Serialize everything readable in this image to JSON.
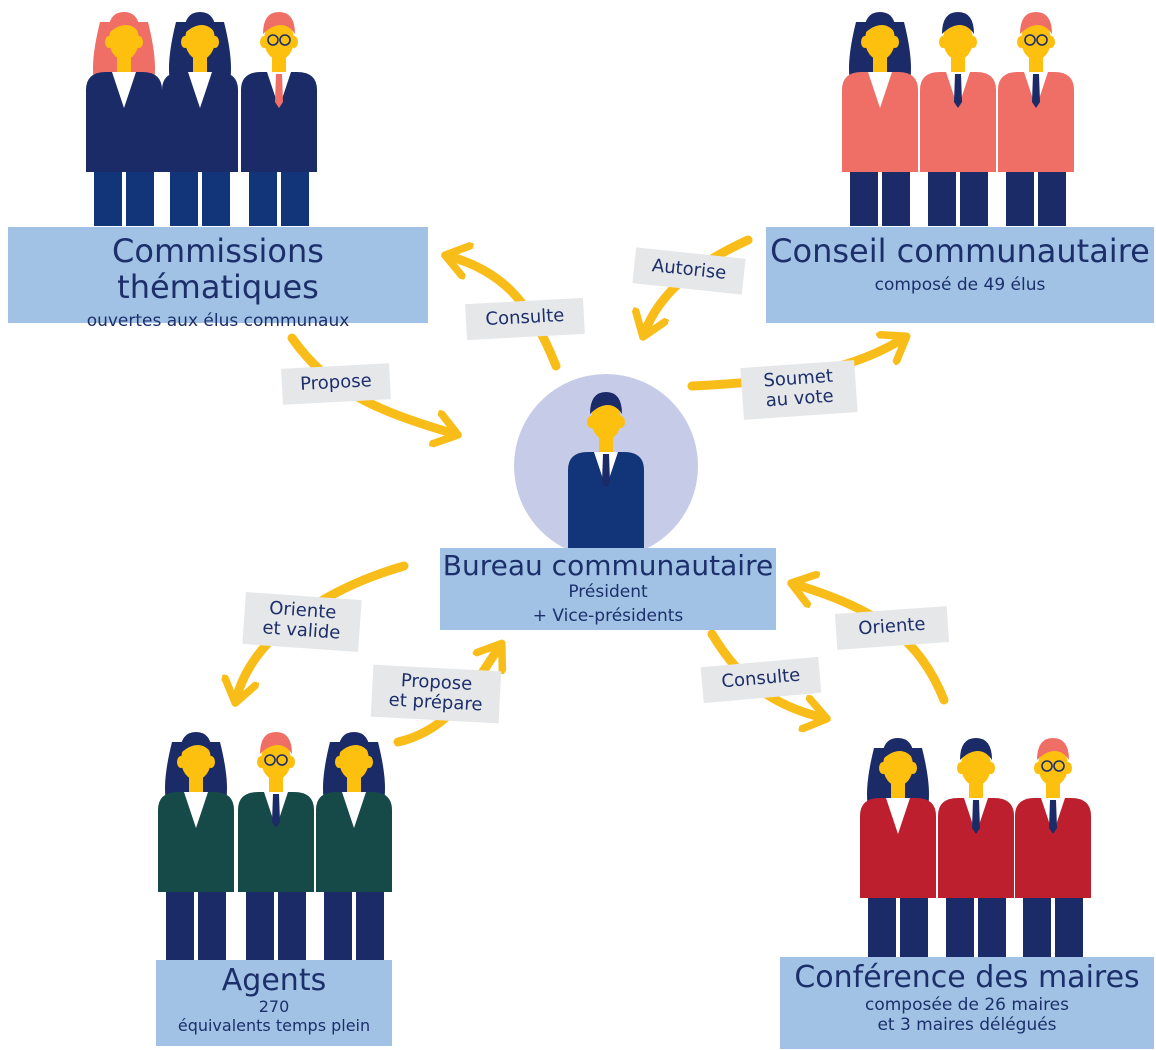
{
  "colors": {
    "box_fill": "#a1c2e4",
    "text": "#1c2f6b",
    "arrow": "#f9bd1a",
    "label_fill": "#e6e7e9",
    "navy_suit": "#1a2b68",
    "coral_suit": "#ef6f67",
    "green_suit": "#164a48",
    "red_suit": "#bd1f2e",
    "skin": "#fdc00e",
    "center_circle": "#c6cce8"
  },
  "nodes": {
    "commissions": {
      "title": "Commissions thématiques",
      "subtitle": "ouvertes aux élus communaux"
    },
    "conseil": {
      "title": "Conseil communautaire",
      "subtitle": "composé de 49 élus"
    },
    "bureau": {
      "title": "Bureau communautaire",
      "subtitle_1": "Président",
      "subtitle_2": "+ Vice-présidents"
    },
    "agents": {
      "title": "Agents",
      "subtitle_1": "270",
      "subtitle_2": "équivalents temps plein"
    },
    "conference": {
      "title": "Conférence des maires",
      "subtitle_1": "composée de 26 maires",
      "subtitle_2": "et 3 maires délégués"
    }
  },
  "edges": {
    "consulte_commissions": "Consulte",
    "propose": "Propose",
    "autorise": "Autorise",
    "soumet": "Soumet\nau vote",
    "oriente_valide": "Oriente\net valide",
    "propose_prepare": "Propose\net prépare",
    "consulte_conference": "Consulte",
    "oriente": "Oriente"
  }
}
